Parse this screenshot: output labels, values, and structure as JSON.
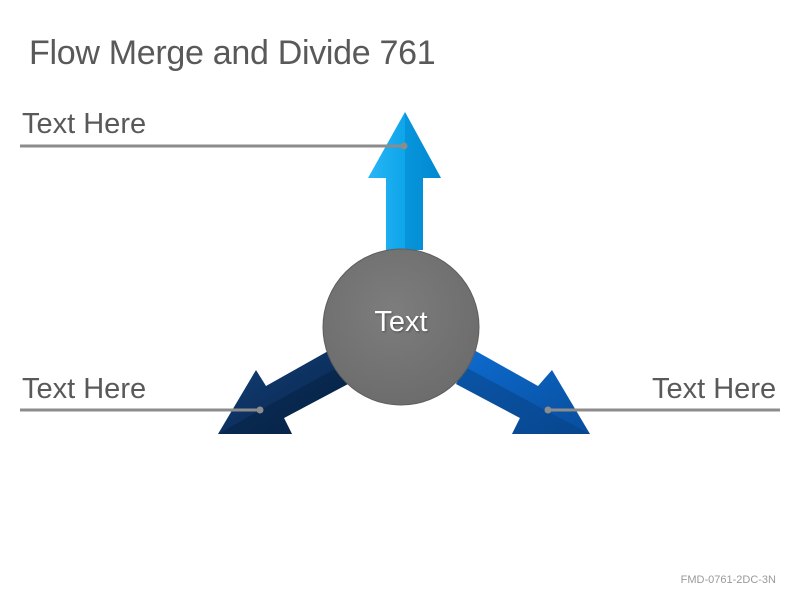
{
  "title": "Flow Merge and Divide 761",
  "labels": {
    "top": "Text Here",
    "left": "Text Here",
    "right": "Text Here"
  },
  "center_text": "Text",
  "footer_code": "FMD-0761-2DC-3N",
  "colors": {
    "arrow_top": "#0ea5e9",
    "arrow_left": "#0b2f5e",
    "arrow_right": "#0a5bb5",
    "circle": "#757575",
    "leader_line": "#8c8c8c",
    "text": "#595959"
  }
}
